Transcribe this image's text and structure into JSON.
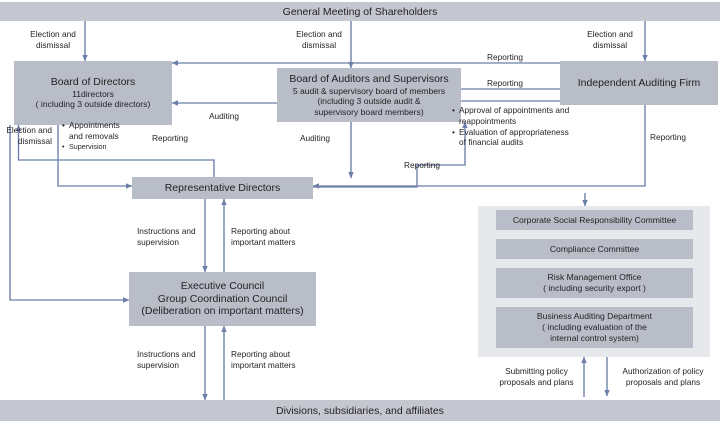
{
  "diagram": {
    "title_bar": "General Meeting of Shareholders",
    "bottom_bar": "Divisions, subsidiaries, and affiliates",
    "colors": {
      "bar_fill": "#c4c7d0",
      "box_fill": "#b9bdc8",
      "panel_fill": "#e7e8ec",
      "connector": "#6b7fa8",
      "text": "#231f20"
    },
    "boxes": {
      "board_of_directors": {
        "line1": "Board of Directors",
        "line2": "11directors",
        "line3": "( including 3 outside directors)"
      },
      "board_of_auditors": {
        "line1": "Board of Auditors and Supervisors",
        "line2": "5 audit & supervisory board of members",
        "line3": "(including 3 outside audit &",
        "line4": "supervisory board members)"
      },
      "independent_auditing_firm": {
        "line1": "Independent Auditing Firm"
      },
      "representative_directors": {
        "line1": "Representative Directors"
      },
      "executive_council": {
        "line1": "Executive Council",
        "line2": "Group Coordination Council",
        "line3": "(Deliberation on important matters)"
      }
    },
    "committees": [
      {
        "line1": "Corporate Social Responsibility Committee",
        "line2": "",
        "line3": ""
      },
      {
        "line1": "Compliance Committee",
        "line2": "",
        "line3": ""
      },
      {
        "line1": "Risk Management Office",
        "line2": "( including security export )",
        "line3": ""
      },
      {
        "line1": "Business Auditing Department",
        "line2": "( including evaluation of the",
        "line3": "internal control system)"
      }
    ],
    "bullets": {
      "directors_controls": [
        {
          "text": "Appointments\nand removals",
          "small": false
        },
        {
          "text": "Supervision",
          "small": true
        }
      ],
      "auditor_firm_relations": [
        {
          "text": "Approval of appointments and\nreappointments",
          "small": false
        },
        {
          "text": "Evaluation of appropriateness\nof financial audits",
          "small": false
        }
      ]
    },
    "labels": {
      "election_dismissal_left": "Election and\ndismissal",
      "election_dismissal_mid": "Election and\ndismissal",
      "election_dismissal_right": "Election and\ndismissal",
      "election_dismissal_farleft": "Election and\ndismissal",
      "reporting_top": "Reporting",
      "reporting_second": "Reporting",
      "reporting_left": "Reporting",
      "reporting_right": "Reporting",
      "reporting_lower": "Reporting",
      "auditing_upper": "Auditing",
      "auditing_lower": "Auditing",
      "instructions_sup_1": "Instructions and\nsupervision",
      "reporting_important_1": "Reporting about\nimportant matters",
      "instructions_sup_2": "Instructions and\nsupervision",
      "reporting_important_2": "Reporting about\nimportant matters",
      "submitting_policy": "Submitting policy\nproposals and plans",
      "authorization_policy": "Authorization of policy\nproposals and plans"
    }
  }
}
